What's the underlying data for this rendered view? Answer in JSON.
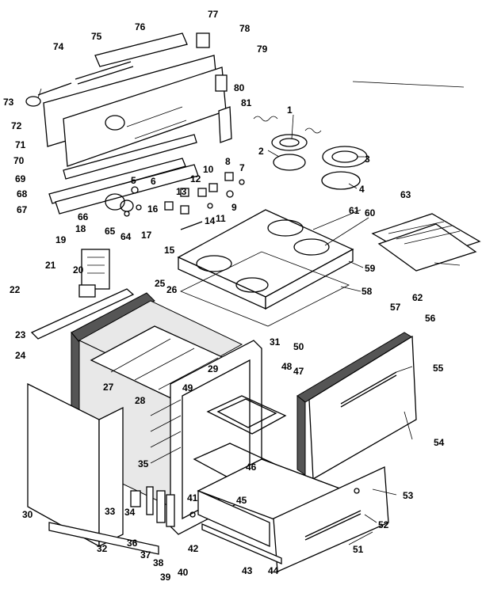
{
  "part_labels": {
    "p1": "1",
    "p2": "2",
    "p3": "3",
    "p4": "4",
    "p5": "5",
    "p6": "6",
    "p7": "7",
    "p8": "8",
    "p9": "9",
    "p10": "10",
    "p11": "11",
    "p12": "12",
    "p13": "13",
    "p14": "14",
    "p15": "15",
    "p16": "16",
    "p17": "17",
    "p18": "18",
    "p19": "19",
    "p20": "20",
    "p21": "21",
    "p22": "22",
    "p23": "23",
    "p24": "24",
    "p25": "25",
    "p26": "26",
    "p27": "27",
    "p28": "28",
    "p29": "29",
    "p30": "30",
    "p31": "31",
    "p32": "32",
    "p33": "33",
    "p34": "34",
    "p35": "35",
    "p36": "36",
    "p37": "37",
    "p38": "38",
    "p39": "39",
    "p40": "40",
    "p41": "41",
    "p42": "42",
    "p43": "43",
    "p44": "44",
    "p45": "45",
    "p46": "46",
    "p47": "47",
    "p48": "48",
    "p49": "49",
    "p50": "50",
    "p51": "51",
    "p52": "52",
    "p53": "53",
    "p54": "54",
    "p55": "55",
    "p56": "56",
    "p57": "57",
    "p58": "58",
    "p59": "59",
    "p60": "60",
    "p61": "61",
    "p62": "62",
    "p63": "63",
    "p64": "64",
    "p65": "65",
    "p66": "66",
    "p67": "67",
    "p68": "68",
    "p69": "69",
    "p70": "70",
    "p71": "71",
    "p72": "72",
    "p73": "73",
    "p74": "74",
    "p75": "75",
    "p76": "76",
    "p77": "77",
    "p78": "78",
    "p79": "79",
    "p80": "80",
    "p81": "81"
  },
  "colors": {
    "ink": "#000000",
    "paper": "#ffffff",
    "insulation": "#555555"
  }
}
